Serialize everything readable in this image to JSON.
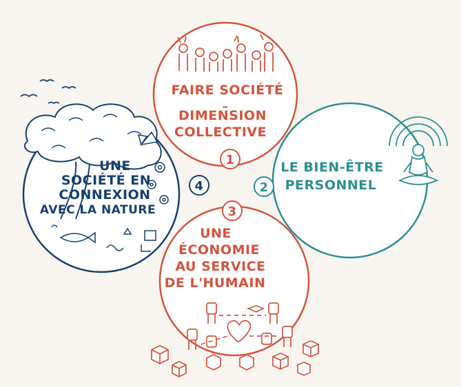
{
  "colors": {
    "background": "#f8f4ef",
    "red": "#d4533d",
    "teal": "#2b8f92",
    "blue": "#173f6e",
    "outline": "#2f3a4a"
  },
  "circles": {
    "top": {
      "number": "1",
      "lines": [
        "FAIRE SOCIÉTÉ",
        "–",
        "DIMENSION",
        "COLLECTIVE"
      ]
    },
    "right": {
      "number": "2",
      "lines": [
        "LE BIEN-ÊTRE",
        "PERSONNEL"
      ]
    },
    "bottom": {
      "number": "3",
      "lines": [
        "UNE",
        "ÉCONOMIE",
        "AU SERVICE",
        "DE L'HUMAIN"
      ]
    },
    "left": {
      "number": "4",
      "lines": [
        "UNE",
        "SOCIÉTÉ EN",
        "CONNEXION",
        "AVEC LA NATURE"
      ]
    }
  },
  "icons": {
    "top": "people-crowd-icon",
    "right": "meditating-person-icon",
    "bottom": "people-with-boxes-and-heart-icon",
    "left": "tree-and-nature-icon"
  }
}
